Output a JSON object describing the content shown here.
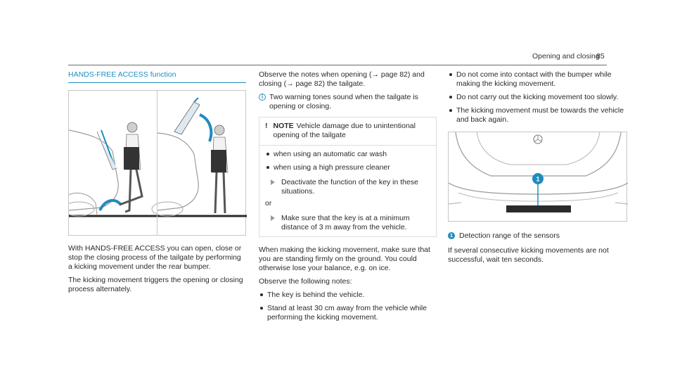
{
  "header": {
    "title": "Opening and closing",
    "page_number": "85"
  },
  "left": {
    "section_title": "HANDS-FREE ACCESS function",
    "paragraphs": [
      "With HANDS-FREE ACCESS you can open, close or stop the closing process of the tailgate by performing a kicking movement under the rear bumper.",
      "The kicking movement triggers the opening or closing process alternately."
    ]
  },
  "middle": {
    "intro": "Observe the notes when opening (→ page 82) and closing (→ page 82) the tailgate.",
    "tip": "Two warning tones sound when the tailgate is opening or closing.",
    "note": {
      "icon": "!",
      "label": "NOTE",
      "text": "Vehicle damage due to unintentional opening of the tailgate",
      "bullets": [
        "when using an automatic car wash",
        "when using a high pressure cleaner"
      ],
      "step1": "Deactivate the function of the key in these situations.",
      "or": "or",
      "step2": "Make sure that the key is at a minimum distance of 3 m away from the vehicle."
    },
    "after_note": "When making the kicking movement, make sure that you are standing firmly on the ground. You could otherwise lose your balance, e.g. on ice.",
    "follow_intro": "Observe the following notes:",
    "bullets": [
      "The key is behind the vehicle.",
      "Stand at least 30 cm away from the vehicle while performing the kicking movement."
    ]
  },
  "right": {
    "bullets": [
      "Do not come into contact with the bumper while making the kicking movement.",
      "Do not carry out the kicking movement too slowly.",
      "The kicking movement must be towards the vehicle and back again."
    ],
    "figure_callout": "1",
    "legend": {
      "number": "1",
      "text": "Detection range of the sensors"
    },
    "closing": "If several consecutive kicking movements are not successful, wait ten seconds."
  },
  "colors": {
    "accent": "#1f8cc0"
  }
}
